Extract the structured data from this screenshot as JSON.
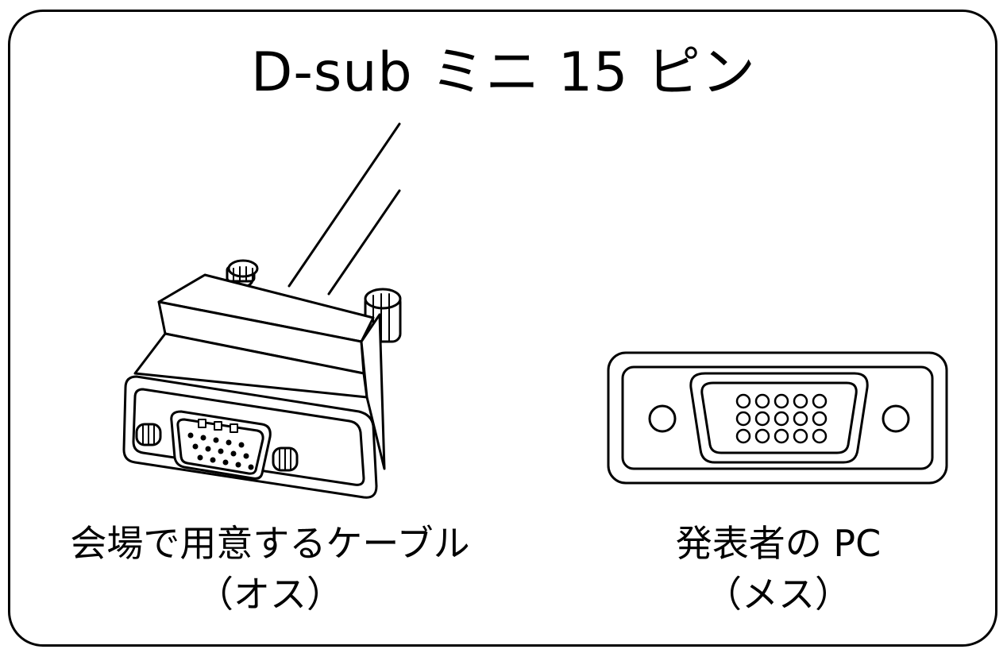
{
  "title": "D-sub ミニ 15 ピン",
  "cable": {
    "label_line1": "会場で用意するケーブル",
    "label_line2": "（オス）"
  },
  "pc": {
    "label_line1": "発表者の PC",
    "label_line2": "（メス）"
  },
  "icons": {
    "male": "vga-male-connector-icon",
    "female": "vga-female-port-icon"
  }
}
